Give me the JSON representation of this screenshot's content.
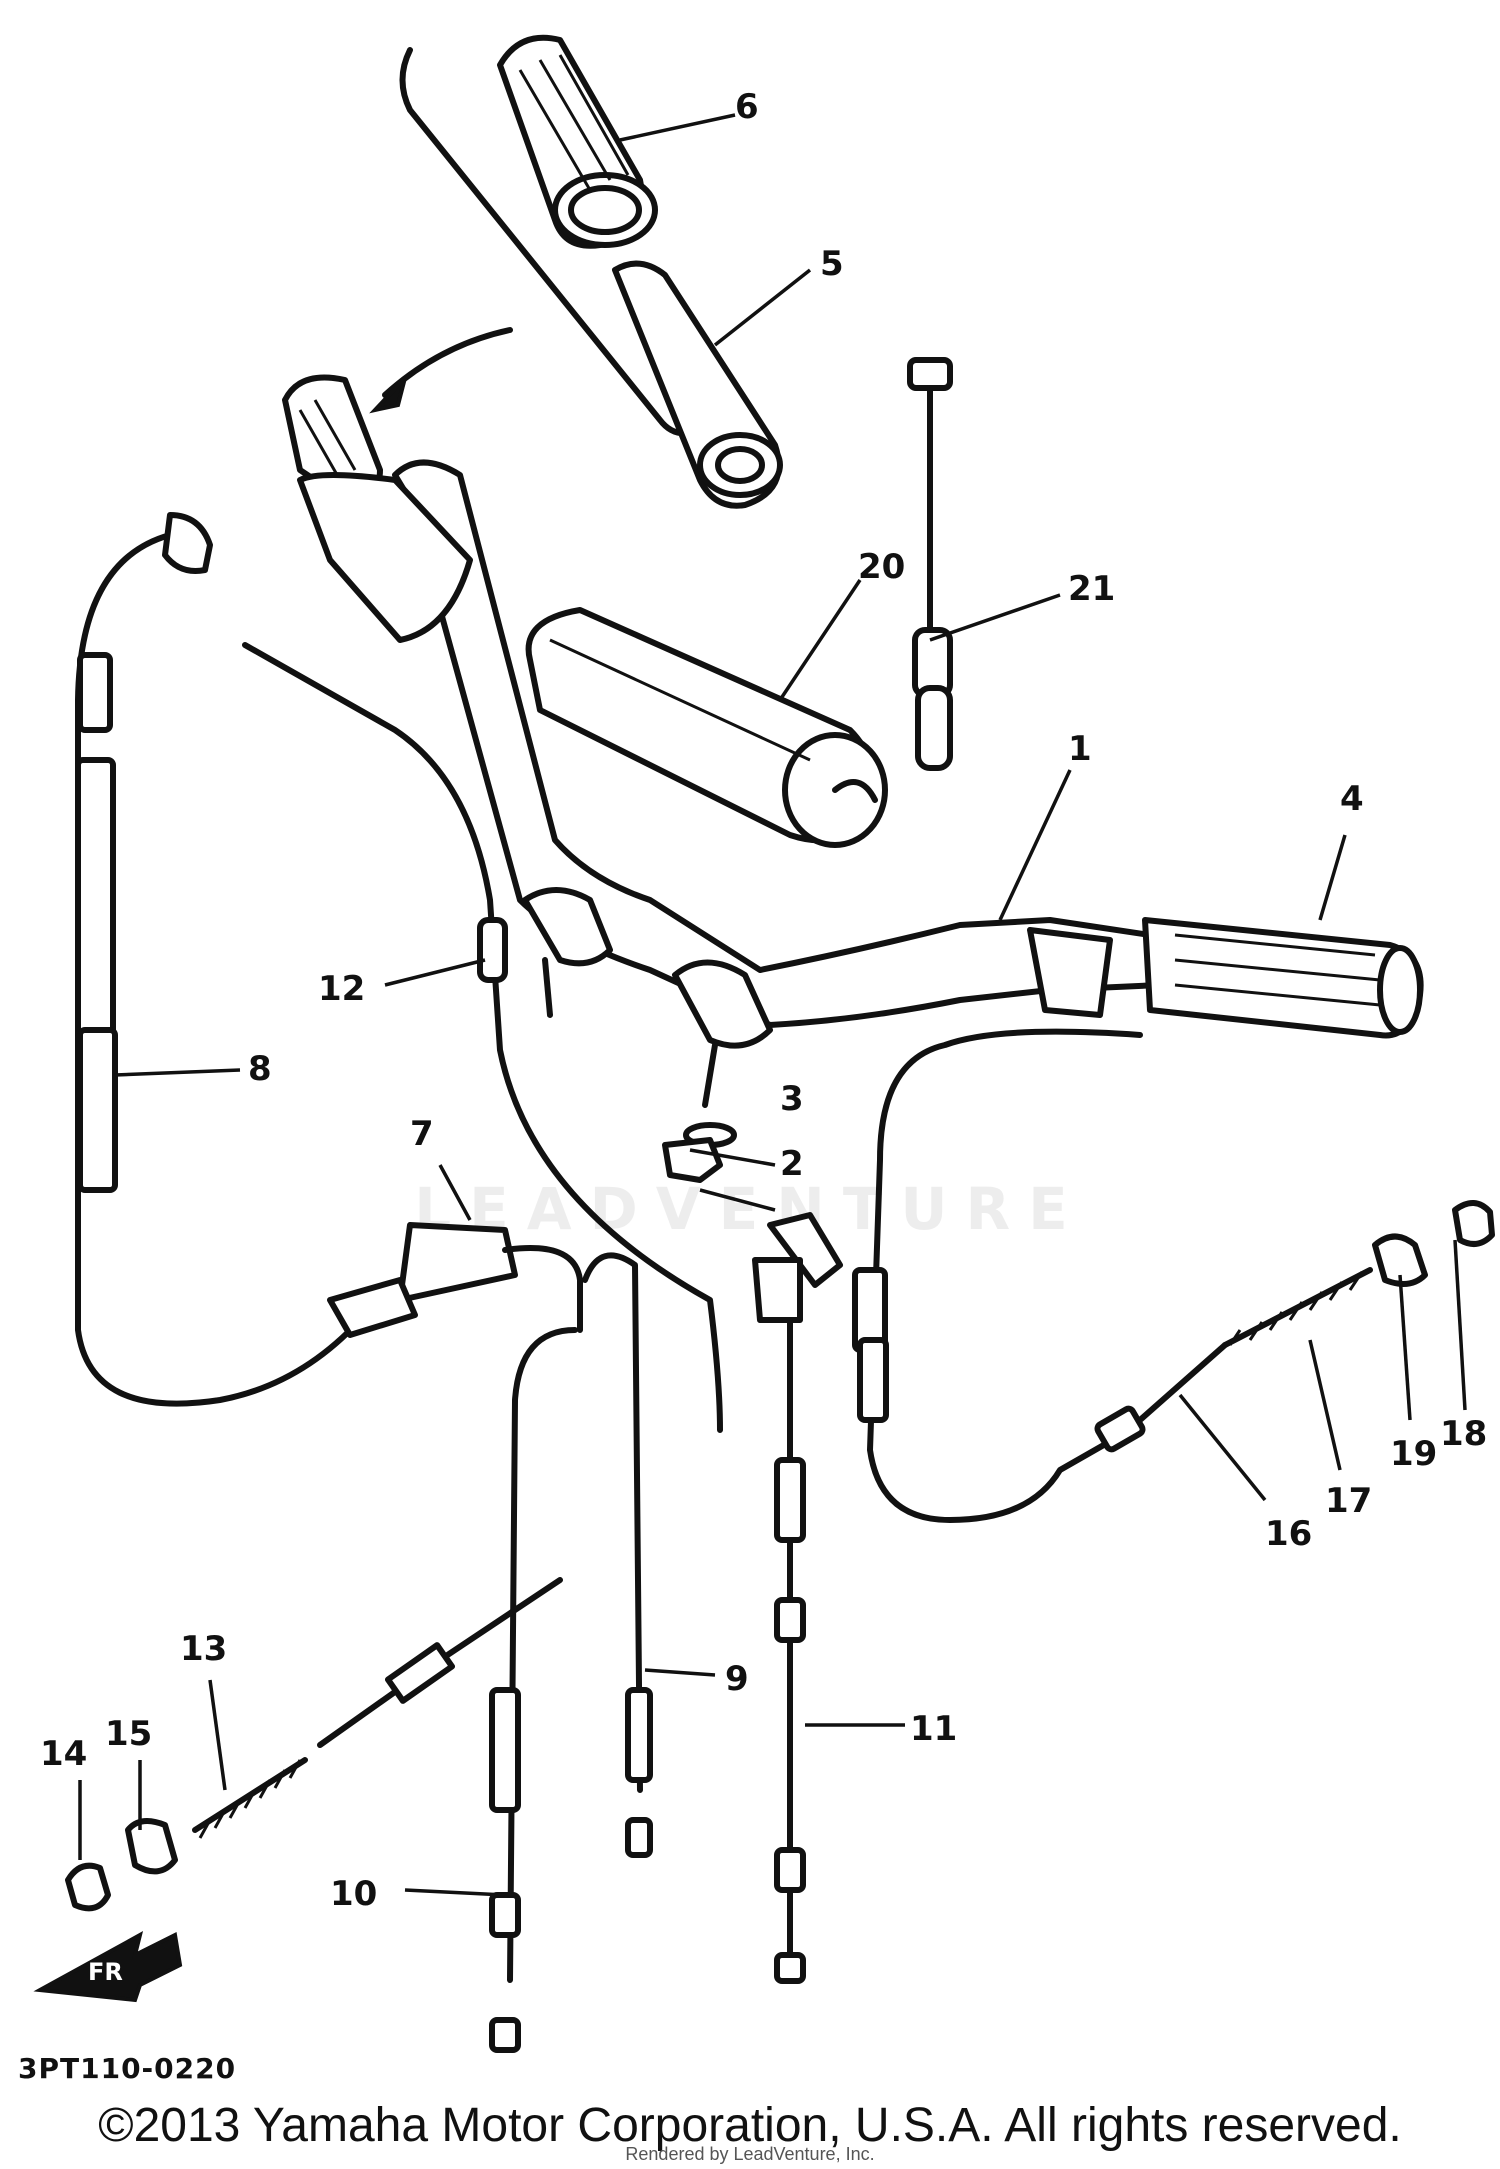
{
  "figure": {
    "code": "3PT110-0220",
    "copyright": "©2013 Yamaha Motor Corporation, U.S.A. All rights reserved.",
    "render_credit": "Rendered by LeadVenture, Inc.",
    "watermark": "LEADVENTURE",
    "front_marker": "FR"
  },
  "callouts": [
    {
      "number": "1"
    },
    {
      "number": "2"
    },
    {
      "number": "3"
    },
    {
      "number": "4"
    },
    {
      "number": "5"
    },
    {
      "number": "6"
    },
    {
      "number": "7"
    },
    {
      "number": "8"
    },
    {
      "number": "9"
    },
    {
      "number": "10"
    },
    {
      "number": "11"
    },
    {
      "number": "12"
    },
    {
      "number": "13"
    },
    {
      "number": "14"
    },
    {
      "number": "15"
    },
    {
      "number": "16"
    },
    {
      "number": "17"
    },
    {
      "number": "18"
    },
    {
      "number": "19"
    },
    {
      "number": "20"
    },
    {
      "number": "21"
    }
  ]
}
